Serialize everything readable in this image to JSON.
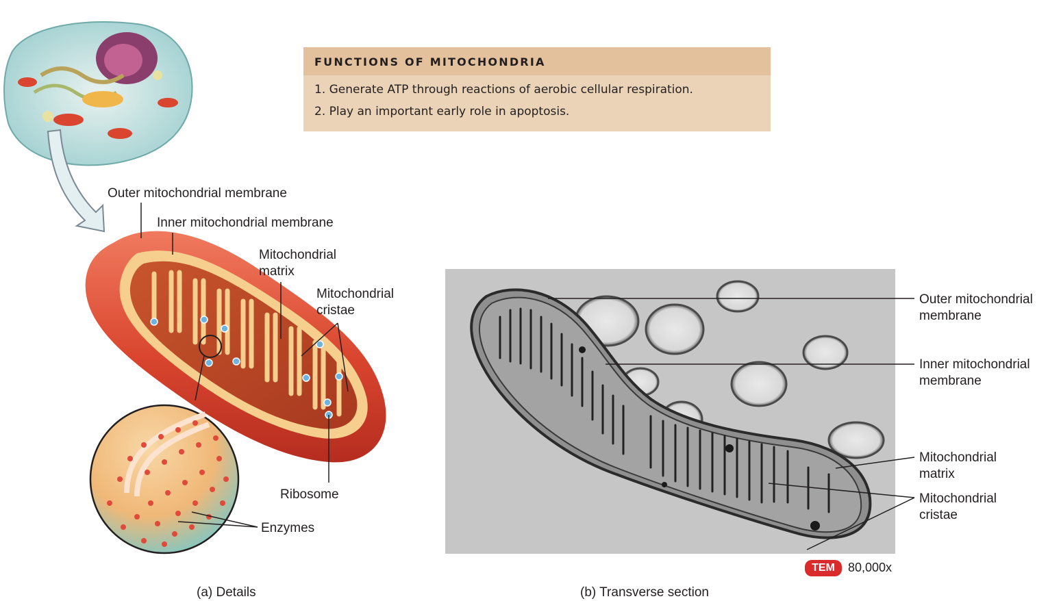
{
  "functions_box": {
    "title": "FUNCTIONS OF MITOCHONDRIA",
    "items": [
      "1. Generate ATP through reactions of aerobic cellular respiration.",
      "2. Play an important early role in apoptosis."
    ]
  },
  "panel_a": {
    "labels": {
      "outer_membrane": "Outer mitochondrial membrane",
      "inner_membrane": "Inner mitochondrial membrane",
      "matrix": [
        "Mitochondrial",
        "matrix"
      ],
      "cristae": [
        "Mitochondrial",
        "cristae"
      ],
      "ribosome": "Ribosome",
      "enzymes": "Enzymes"
    },
    "caption": "(a) Details"
  },
  "panel_b": {
    "labels": {
      "outer_membrane": [
        "Outer mitochondrial",
        "membrane"
      ],
      "inner_membrane": [
        "Inner mitochondrial",
        "membrane"
      ],
      "matrix": [
        "Mitochondrial",
        "matrix"
      ],
      "cristae": [
        "Mitochondrial",
        "cristae"
      ]
    },
    "badge": "TEM",
    "magnification": "80,000x",
    "caption": "(b) Transverse section"
  },
  "colors": {
    "box_header": "#e2c19c",
    "box_body": "#ead3b6",
    "badge": "#d92b2b",
    "mito_outer": "#d9452e",
    "mito_inner": "#f2c27a"
  }
}
